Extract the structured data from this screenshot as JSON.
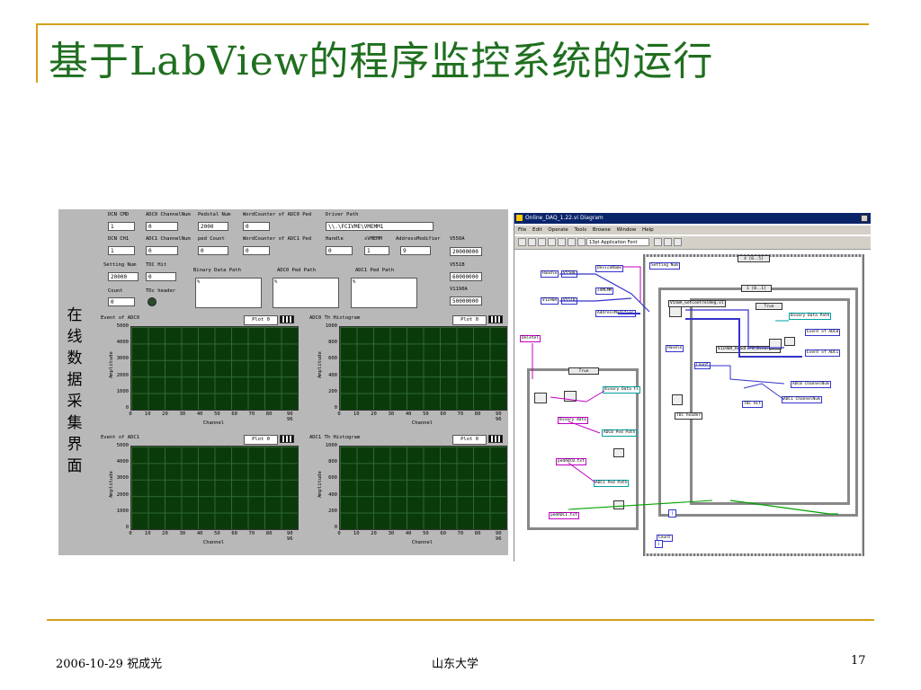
{
  "slide": {
    "title": "基于LabView的程序监控系统的运行",
    "footer_left": "2006-10-29  祝成光",
    "footer_center": "山东大学",
    "page_number": "17"
  },
  "front_panel": {
    "side_label": "在线数据采集界面",
    "controls": {
      "dcn_cmd_label": "DCN CMD",
      "dcn_cmd_value": "1",
      "adc0_channel_label": "ADC0 ChannelNum",
      "adc0_channel_value": "0",
      "pedestal_num_label": "Pedstal Num",
      "pedestal_num_value": "2000",
      "wordcounter_adc0_label": "WordCounter of ADC0 Ped",
      "wordcounter_adc0_value": "0",
      "driver_path_label": "Driver Path",
      "driver_path_value": "\\\\.\\FCIVME\\VMEMM1",
      "dcn_ch1_label": "DCN CH1",
      "dcn_ch1_value": "1",
      "adc1_channel_label": "ADC1 ChannelNum",
      "adc1_channel_value": "0",
      "ped_count_label": "ped Count",
      "ped_count_value": "0",
      "wordcounter_adc1_label": "WordCounter of ADC1 Ped",
      "wordcounter_adc1_value": "0",
      "handle_label": "Handle",
      "handle_value": "0",
      "svmemm_label": "sVMEMM",
      "svmemm_value": "1",
      "address_modifier_label": "AddressModifier",
      "address_modifier_value": "9",
      "setting_num_label": "Setting Num",
      "setting_num_value": "20000",
      "tdc_hit_label": "TDC Hit",
      "tdc_hit_value": "0",
      "binary_data_path_label": "Binary Data Path",
      "adc0_ped_path_label": "ADC0 Ped Path",
      "adc1_ped_path_label": "ADC1 Ped Path",
      "count_label": "Count",
      "count_value": "0",
      "tdc_header_label": "TDc header",
      "v550a_label": "V550A",
      "v550a_value": "20000000",
      "v551b_label": "V551B",
      "v551b_value": "60000000",
      "v1190a_label": "V1190A",
      "v1190a_value": "50000000",
      "path_indicator": "%"
    },
    "graphs": [
      {
        "title": "Event of ADC0",
        "legend": "Plot 0",
        "ylabel": "Amplitude",
        "xlabel": "Channel",
        "yticks": [
          "5000",
          "4000",
          "3000",
          "2000",
          "1000",
          "0"
        ],
        "xticks": [
          "0",
          "10",
          "20",
          "30",
          "40",
          "50",
          "60",
          "70",
          "80",
          "90 96"
        ]
      },
      {
        "title": "ADC0 Th Histogram",
        "legend": "Plot 0",
        "ylabel": "Amplitude",
        "xlabel": "Channel",
        "yticks": [
          "1000",
          "800",
          "600",
          "400",
          "200",
          "0"
        ],
        "xticks": [
          "0",
          "10",
          "20",
          "30",
          "40",
          "50",
          "60",
          "70",
          "80",
          "90 96"
        ]
      },
      {
        "title": "Event of ADC1",
        "legend": "Plot 0",
        "ylabel": "Amplitude",
        "xlabel": "Channel",
        "yticks": [
          "5000",
          "4000",
          "3000",
          "2000",
          "1000",
          "0"
        ],
        "xticks": [
          "0",
          "10",
          "20",
          "30",
          "40",
          "50",
          "60",
          "70",
          "80",
          "90 96"
        ]
      },
      {
        "title": "ADC1 Th Histogram",
        "legend": "Plot 0",
        "ylabel": "Amplitude",
        "xlabel": "Channel",
        "yticks": [
          "1000",
          "800",
          "600",
          "400",
          "200",
          "0"
        ],
        "xticks": [
          "0",
          "10",
          "20",
          "30",
          "40",
          "50",
          "60",
          "70",
          "80",
          "90 96"
        ]
      }
    ]
  },
  "diagram": {
    "window_title": "Online_DAQ_1.22.vi Diagram",
    "menu": [
      "File",
      "Edit",
      "Operate",
      "Tools",
      "Browse",
      "Window",
      "Help"
    ],
    "font_selector": "13pt Application Font",
    "nodes": {
      "handle": "Handle",
      "v550a": "V550A",
      "device_name": "DeviceName",
      "v1190a": "V1190A",
      "v551b": "V551B",
      "svmemm": "sVMEMM",
      "address_modifier": "AddressModifier",
      "delete": "DeleteT",
      "setting_num": "Setting Num",
      "case_outer": "4 [0..5]",
      "case_inner": "1 [0..1]",
      "get_control_reg": "V550A_GetControlReg.vi",
      "true_case": "True",
      "binary_data_path": "Binary Data Path",
      "event_adc0": "Event of ADC0",
      "event_adc1": "Event of ADC1",
      "read_fifo": "V1190A_ReadFIFO_Binary.vi",
      "handle2": "Handle",
      "count": "Count",
      "adc0_channel": "ADC0 ChannelNum",
      "adc1_channel": "ADC1 ChannelNum",
      "tdc_header": "TDc header",
      "tdc_hit": "TDC Hit",
      "true_case2": "True",
      "binary_data_fs": "Binary Data Fs",
      "binary_data": "Binary data",
      "adc0_ped_path": "ADC0 Ped Path",
      "ped_adc0": "pedADC0.txt",
      "adc1_ped_path": "ADC1 Ped Path",
      "ped_adc1": "pedADC1.txt",
      "count2": "Count"
    }
  },
  "colors": {
    "title": "#1f6f1f",
    "rule": "#d4a017",
    "panel": "#b8b8b8",
    "plot_bg": "#0a3a0a",
    "grid": "#2f6a2f",
    "titlebar": "#0a246a"
  }
}
